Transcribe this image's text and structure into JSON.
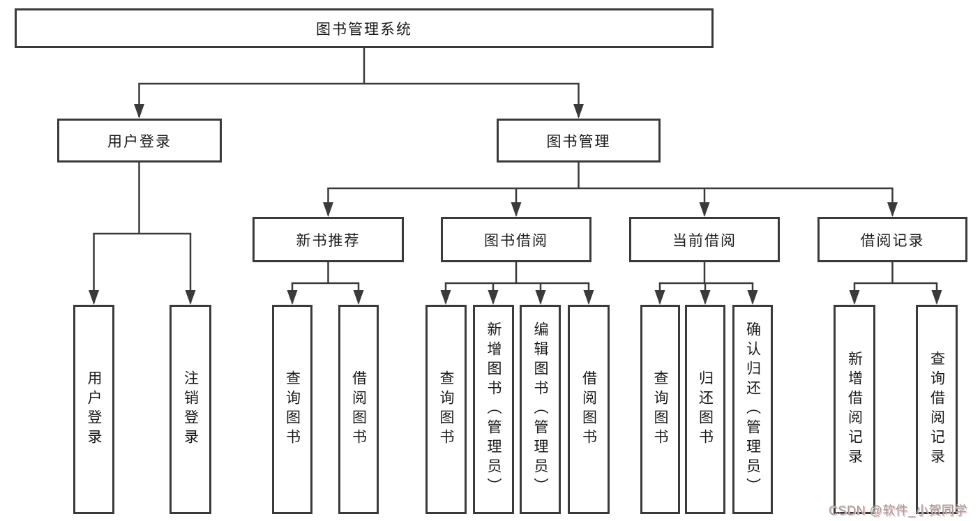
{
  "diagram_title": "图书管理系统",
  "nodes": {
    "root": {
      "label": "图书管理系统"
    },
    "user_login": {
      "label": "用户登录"
    },
    "book_mgmt": {
      "label": "图书管理"
    },
    "login": {
      "label": "用户登录"
    },
    "logout": {
      "label": "注销登录"
    },
    "new_book": {
      "label": "新书推荐"
    },
    "book_borrow": {
      "label": "图书借阅"
    },
    "current_borrow": {
      "label": "当前借阅"
    },
    "borrow_records": {
      "label": "借阅记录"
    },
    "nb_query": {
      "label": "查询图书"
    },
    "nb_borrow": {
      "label": "借阅图书"
    },
    "bw_query": {
      "label": "查询图书"
    },
    "bw_add": {
      "label": "新增图书（管理员）"
    },
    "bw_edit": {
      "label": "编辑图书（管理员）"
    },
    "bw_borrow": {
      "label": "借阅图书"
    },
    "cu_query": {
      "label": "查询图书"
    },
    "cu_return": {
      "label": "归还图书"
    },
    "cu_confirm": {
      "label": "确认归还（管理员）"
    },
    "rc_add": {
      "label": "新增借阅记录"
    },
    "rc_query": {
      "label": "查询借阅记录"
    }
  },
  "watermark": {
    "text": "CSDN @软件_小贺同学"
  },
  "colors": {
    "line": "#3a3a3a",
    "text": "#1a1a1a",
    "watermark": "#9d9d9d"
  }
}
